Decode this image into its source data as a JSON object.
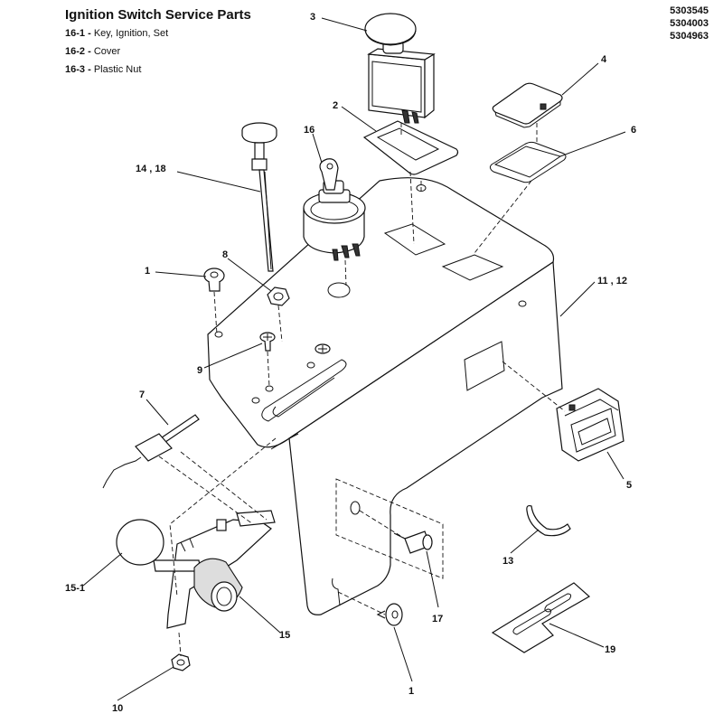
{
  "header": {
    "title": "Ignition Switch Service Parts",
    "part_numbers": [
      "5303545",
      "5304003",
      "5304963"
    ],
    "legend": [
      {
        "num": "16-1 -",
        "text": "Key, Ignition, Set"
      },
      {
        "num": "16-2 -",
        "text": "Cover"
      },
      {
        "num": "16-3 -",
        "text": "Plastic Nut"
      }
    ]
  },
  "callouts": {
    "c3": "3",
    "c4": "4",
    "c2": "2",
    "c6": "6",
    "c16": "16",
    "c14_18": "14 , 18",
    "c8": "8",
    "c1a": "1",
    "c11_12": "11 , 12",
    "c9": "9",
    "c7": "7",
    "c5": "5",
    "c13": "13",
    "c15_1": "15-1",
    "c15": "15",
    "c17": "17",
    "c19": "19",
    "c10": "10",
    "c1b": "1"
  }
}
